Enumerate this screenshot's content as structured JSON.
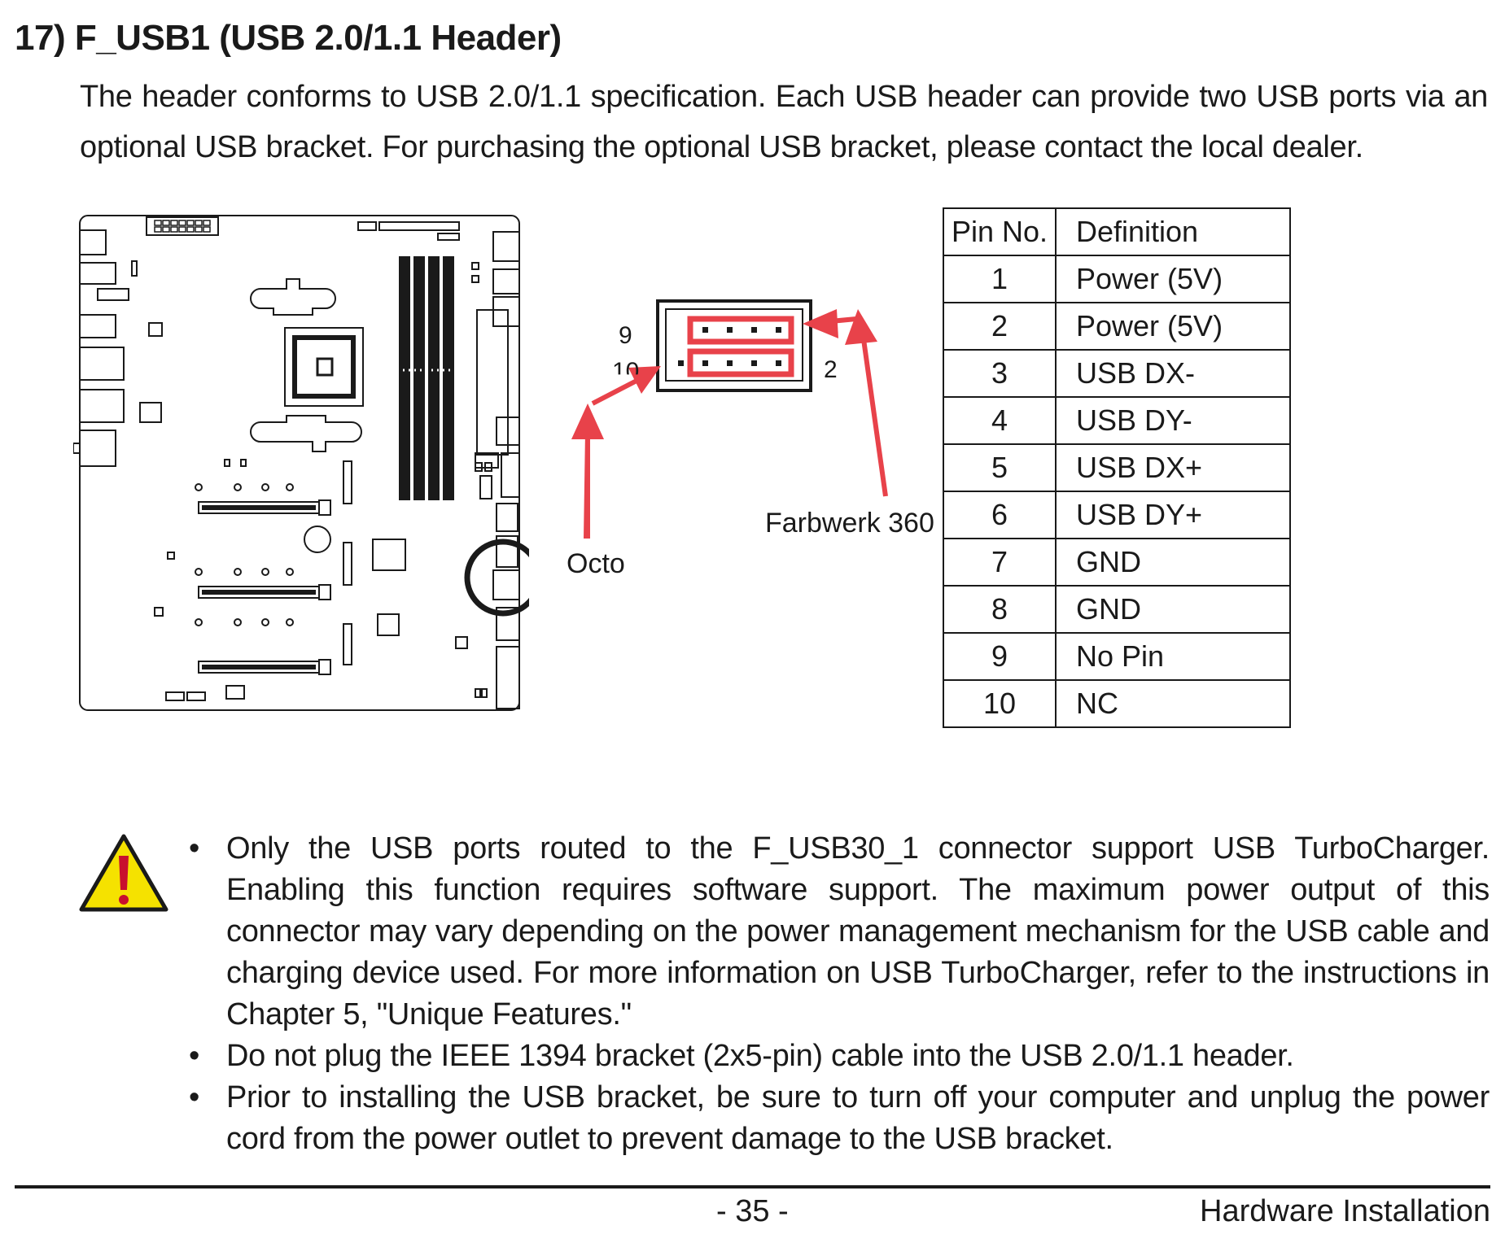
{
  "section": {
    "title": "17)  F_USB1 (USB 2.0/1.1 Header)",
    "intro": "The header conforms to USB 2.0/1.1 specification. Each USB header can provide two USB ports via an optional USB bracket. For purchasing the optional USB bracket, please contact the local dealer."
  },
  "connector_diagram": {
    "pin_label_9": "9",
    "pin_label_10": "10",
    "pin_label_2": "2",
    "annotation_octo": "Octo",
    "annotation_farbwerk": "Farbwerk 360",
    "arrow_color": "#e8424a"
  },
  "pin_table": {
    "headers": [
      "Pin No.",
      "Definition"
    ],
    "rows": [
      [
        "1",
        "Power (5V)"
      ],
      [
        "2",
        "Power (5V)"
      ],
      [
        "3",
        "USB DX-"
      ],
      [
        "4",
        "USB DY-"
      ],
      [
        "5",
        "USB DX+"
      ],
      [
        "6",
        "USB DY+"
      ],
      [
        "7",
        "GND"
      ],
      [
        "8",
        "GND"
      ],
      [
        "9",
        "No Pin"
      ],
      [
        "10",
        "NC"
      ]
    ]
  },
  "warning": {
    "icon": "warning-triangle-icon",
    "icon_color": "#f5e200",
    "bullet": "•",
    "notes": [
      "Only the USB ports routed to the F_USB30_1 connector support USB TurboCharger. Enabling this function requires software support. The maximum power output of this connector may vary depending on the power management mechanism for the USB cable and charging device used. For more information on USB TurboCharger, refer to the instructions in Chapter 5, \"Unique Features.\"",
      "Do not plug the IEEE 1394 bracket (2x5-pin) cable into the USB 2.0/1.1 header.",
      "Prior to installing the USB bracket, be sure to turn off your computer and unplug the power cord from the power outlet to prevent damage to the USB bracket."
    ]
  },
  "footer": {
    "page_number": "- 35 -",
    "section_name": "Hardware Installation"
  }
}
